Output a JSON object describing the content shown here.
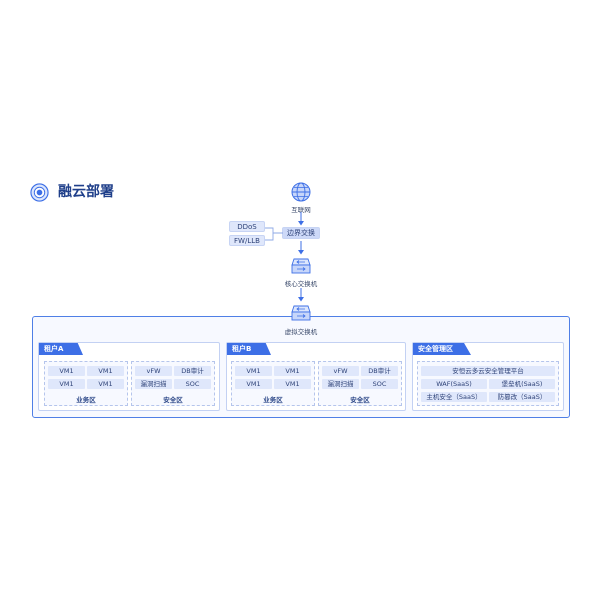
{
  "title": "融云部署",
  "flow": {
    "internet": "互联网",
    "border_switch": "边界交换",
    "side_items": [
      "DDoS",
      "FW/LLB"
    ],
    "core_switch": "核心交换机",
    "virtual_switch": "虚拟交换机"
  },
  "tenant_a": {
    "name": "租户A",
    "business": {
      "cells": [
        "VM1",
        "VM1",
        "VM1",
        "VM1"
      ],
      "label": "业务区"
    },
    "security": {
      "cells": [
        "vFW",
        "DB审计",
        "漏洞扫描",
        "SOC"
      ],
      "label": "安全区"
    }
  },
  "tenant_b": {
    "name": "租户B",
    "business": {
      "cells": [
        "VM1",
        "VM1",
        "VM1",
        "VM1"
      ],
      "label": "业务区"
    },
    "security": {
      "cells": [
        "vFW",
        "DB审计",
        "漏洞扫描",
        "SOC"
      ],
      "label": "安全区"
    }
  },
  "security_mgmt": {
    "name": "安全管理区",
    "platform": "安恒云多云安全管理平台",
    "cells": [
      "WAF(SaaS)",
      "堡垒机(SaaS)",
      "主机安全（SaaS）",
      "防篡改（SaaS）"
    ]
  },
  "colors": {
    "accent": "#3d6fe6",
    "cell": "#dfe7fb",
    "title": "#1f3f8a"
  }
}
